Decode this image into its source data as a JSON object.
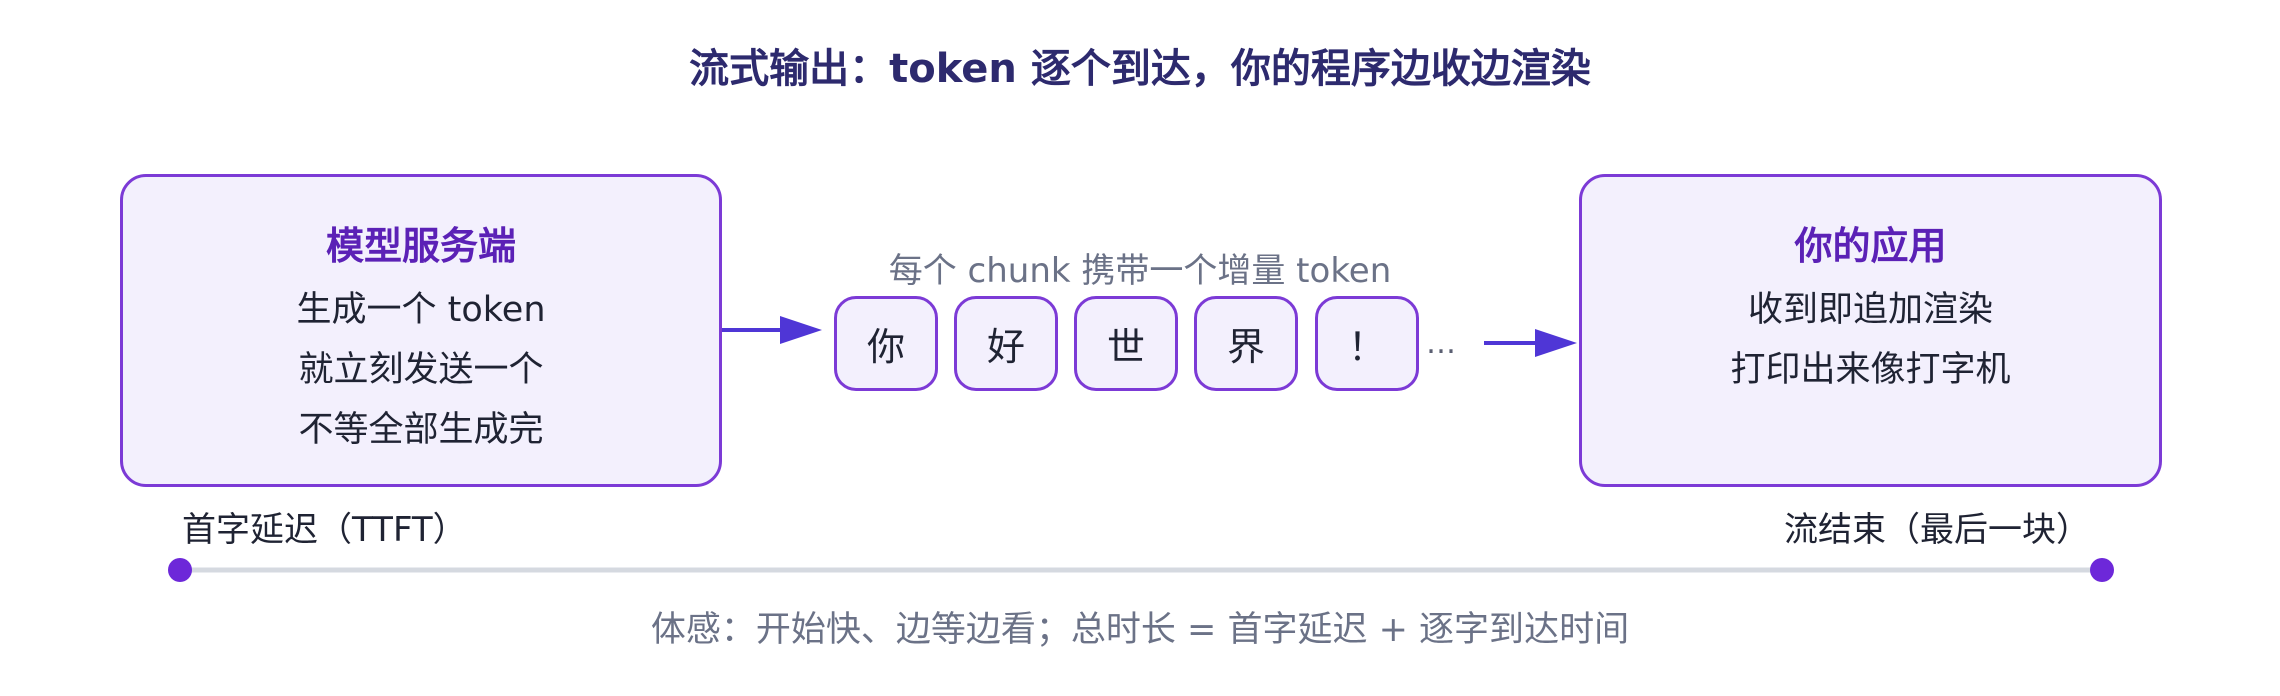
{
  "title": "流式输出：token 逐个到达，你的程序边收边渲染",
  "server": {
    "title": "模型服务端",
    "lines": [
      "生成一个 token",
      "就立刻发送一个",
      "不等全部生成完"
    ]
  },
  "chunk_caption": "每个 chunk 携带一个增量 token",
  "tokens": [
    "你",
    "好",
    "世",
    "界",
    "！"
  ],
  "ellipsis": "…",
  "app": {
    "title": "你的应用",
    "lines": [
      "收到即追加渲染",
      "打印出来像打字机"
    ]
  },
  "timeline": {
    "start_label": "首字延迟（TTFT）",
    "end_label": "流结束（最后一块）"
  },
  "footnote": "体感：开始快、边等边看；总时长 = 首字延迟 + 逐字到达时间",
  "colors": {
    "accent": "#7c3ad6",
    "arrow": "#4f36d6",
    "box_fill": "#f3f0fd",
    "title": "#2d2a6e",
    "timeline": "#d5d9e0"
  }
}
